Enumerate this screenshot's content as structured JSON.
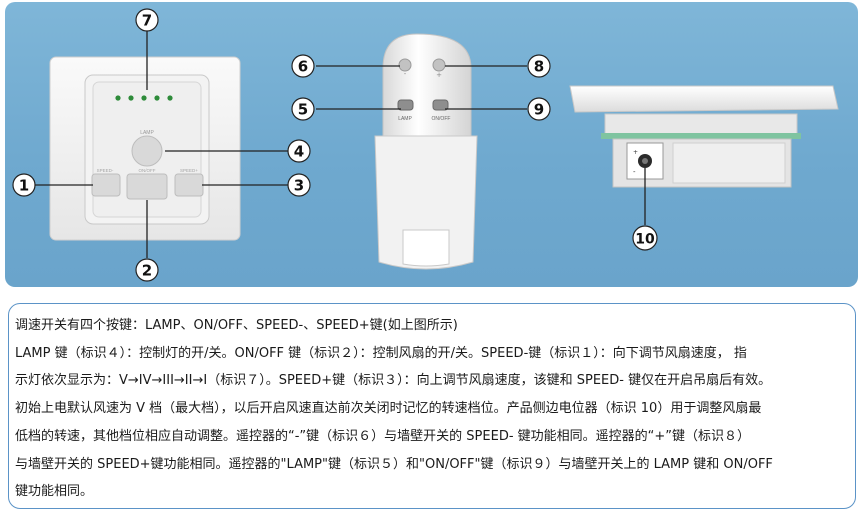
{
  "labels": {
    "n1": "1",
    "n2": "2",
    "n3": "3",
    "n4": "4",
    "n5": "5",
    "n6": "6",
    "n7": "7",
    "n8": "8",
    "n9": "9",
    "n10": "10"
  },
  "switch": {
    "lamp_label": "LAMP",
    "speed_minus_label": "SPEED-",
    "onoff_label": "ON/OFF",
    "speed_plus_label": "SPEED+"
  },
  "remote": {
    "minus_label": "-",
    "plus_label": "+",
    "lamp_label": "LAMP",
    "onoff_label": "ON/OFF"
  },
  "description": {
    "line1": "调速开关有四个按键：LAMP、ON/OFF、SPEED-、SPEED+键(如上图所示)",
    "line2": "LAMP 键（标识４）：控制灯的开/关。ON/OFF 键（标识２）：控制风扇的开/关。SPEED-键（标识１）：向下调节风扇速度， 指",
    "line3": "示灯依次显示为：V→IV→III→II→I（标识７）。SPEED+键（标识３）：向上调节风扇速度，该键和 SPEED- 键仅在开启吊扇后有效。",
    "line4": "初始上电默认风速为 V 档（最大档），以后开启风速直达前次关闭时记忆的转速档位。产品侧边电位器（标识 10）用于调整风扇最",
    "line5": "低档的转速，其他档位相应自动调整。遥控器的“-”键（标识６）与墙壁开关的 SPEED- 键功能相同。遥控器的“+”键（标识８）",
    "line6": "与墙壁开关的 SPEED+键功能相同。遥控器的\"LAMP\"键（标识５）和\"ON/OFF\"键（标识９）与墙壁开关上的 LAMP 键和 ON/OFF",
    "line7": "键功能相同。"
  }
}
